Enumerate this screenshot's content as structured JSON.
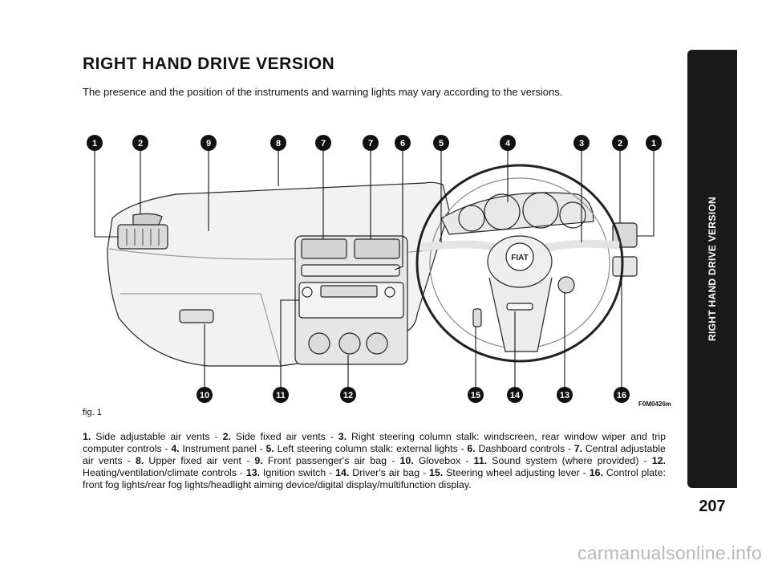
{
  "page": {
    "title": "RIGHT HAND DRIVE VERSION",
    "intro": "The presence and the position of the instruments and warning lights may vary according to the versions.",
    "side_tab": "RIGHT HAND DRIVE VERSION",
    "page_number": "207",
    "watermark": "carmanualsonline.info"
  },
  "figure": {
    "caption": "fig. 1",
    "code": "F0M0426m",
    "brand_badge": "FIAT",
    "callouts_top": [
      "1",
      "2",
      "9",
      "8",
      "7",
      "7",
      "6",
      "5",
      "4",
      "3",
      "2",
      "1"
    ],
    "callouts_bottom": [
      "10",
      "11",
      "12",
      "15",
      "14",
      "13",
      "16"
    ]
  },
  "legend": [
    {
      "num": "1.",
      "text": "Side adjustable air vents - "
    },
    {
      "num": "2.",
      "text": "Side fixed air vents - "
    },
    {
      "num": "3.",
      "text": "Right steering column stalk: windscreen, rear window wiper and trip computer controls - "
    },
    {
      "num": "4.",
      "text": "Instrument panel - "
    },
    {
      "num": "5.",
      "text": "Left steering column stalk: external lights - "
    },
    {
      "num": "6.",
      "text": "Dashboard controls - "
    },
    {
      "num": "7.",
      "text": "Central adjustable air vents - "
    },
    {
      "num": "8.",
      "text": "Upper fixed air vent - "
    },
    {
      "num": "9.",
      "text": "Front passenger's air bag - "
    },
    {
      "num": "10.",
      "text": "Glovebox - "
    },
    {
      "num": "11.",
      "text": "Sound system (where provided) - "
    },
    {
      "num": "12.",
      "text": "Heating/ventilation/climate controls - "
    },
    {
      "num": "13.",
      "text": "Ignition switch - "
    },
    {
      "num": "14.",
      "text": "Driver's air bag - "
    },
    {
      "num": "15.",
      "text": "Steering wheel adjusting lever - "
    },
    {
      "num": "16.",
      "text": "Control plate: front fog lights/rear fog lights/headlight aiming device/digital display/multifunction display."
    }
  ]
}
